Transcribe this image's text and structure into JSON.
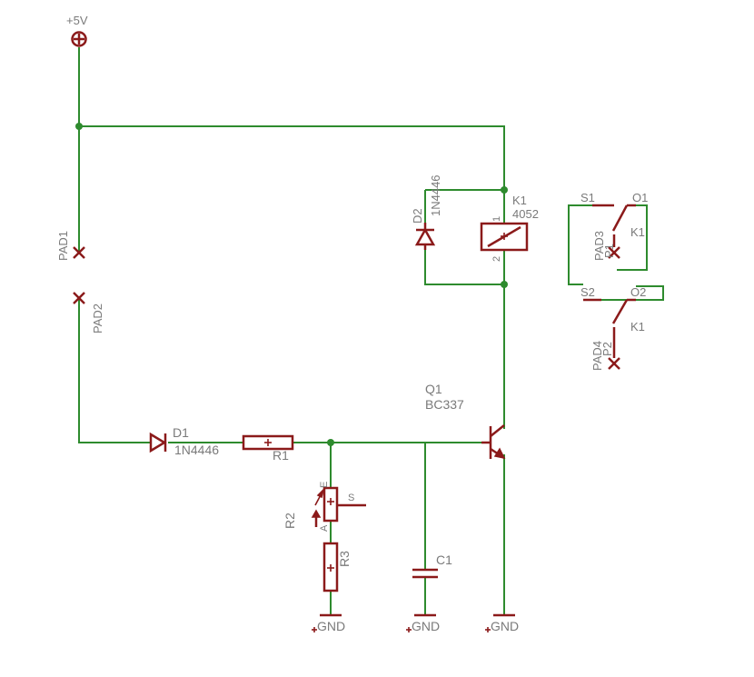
{
  "colors": {
    "wire": "#2e8b2e",
    "symbol": "#8b1a1a",
    "label": "#7a7a7a"
  },
  "labels": {
    "vcc": "+5V",
    "pad1": "PAD1",
    "pad2": "PAD2",
    "pad3": "PAD3",
    "pad4": "PAD4",
    "p1": "P1",
    "p2": "P2",
    "d2_name": "D2",
    "d2_value": "1N4446",
    "k1_name": "K1",
    "k1_value": "4052",
    "k1_pin1": "1",
    "k1_pin2": "2",
    "contact_s1": "S1",
    "contact_o1": "O1",
    "contact_k1a": "K1",
    "contact_s2": "S2",
    "contact_o2": "O2",
    "contact_k1b": "K1",
    "q1_name": "Q1",
    "q1_value": "BC337",
    "d1_name": "D1",
    "d1_value": "1N4446",
    "r1_name": "R1",
    "r2_name": "R2",
    "r2_pin_e": "E",
    "r2_pin_a": "A",
    "r2_pin_s": "S",
    "r3_name": "R3",
    "c1_name": "C1",
    "gnd1": "GND",
    "gnd2": "GND",
    "gnd3": "GND"
  }
}
